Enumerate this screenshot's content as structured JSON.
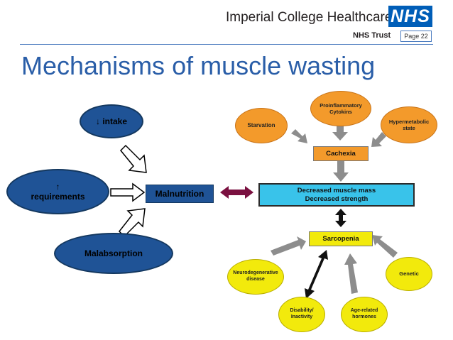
{
  "header": {
    "org_name": "Imperial College Healthcare",
    "nhs_logo": "NHS",
    "trust_label": "NHS Trust",
    "page_label": "Page 22",
    "title": "Mechanisms of muscle wasting"
  },
  "left_diagram": {
    "intake": "↓ intake",
    "requirements": "↑\nrequirements",
    "malabsorption": "Malabsorption",
    "malnutrition": "Malnutrition"
  },
  "right_diagram": {
    "starvation": "Starvation",
    "proinflammatory": "Proinflammatory\nCytokins",
    "hypermetabolic": "Hypermetabolic\nstate",
    "cachexia": "Cachexia",
    "decreased_muscle_mass": "Decreased muscle mass",
    "decreased_strength": "Decreased strength",
    "sarcopenia": "Sarcopenia",
    "neurodegenerative": "Neurodegenerative\ndisease",
    "disability": "Disability/\nInactivity",
    "age_related": "Age-related\nhormones",
    "genetic": "Genetic"
  },
  "colors": {
    "blue": "#1f5396",
    "orange": "#f39a2b",
    "yellow": "#f2ea0c",
    "cyan": "#39c3ea",
    "maroon_arrow": "#7a1040",
    "title_blue": "#2a5ea8"
  }
}
